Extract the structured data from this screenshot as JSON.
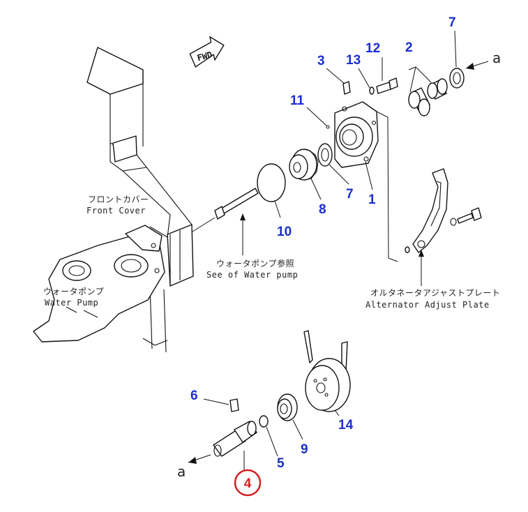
{
  "parts": {
    "p1": "1",
    "p2": "2",
    "p3": "3",
    "p4": "4",
    "p5": "5",
    "p6": "6",
    "p7a": "7",
    "p7b": "7",
    "p8": "8",
    "p9": "9",
    "p10": "10",
    "p11": "11",
    "p12": "12",
    "p13": "13",
    "p14": "14"
  },
  "callouts": {
    "front_cover_jp": "フロントカバー",
    "front_cover_en": "Front Cover",
    "water_pump_ref_jp": "ウォータポンプ参照",
    "water_pump_ref_en": "See of Water pump",
    "water_pump_jp": "ウォータポンプ",
    "water_pump_en": "Water Pump",
    "alt_plate_jp": "オルタネータアジャストプレート",
    "alt_plate_en": "Alternator Adjust Plate",
    "fwd": "FWD",
    "ref_a_top": "a",
    "ref_a_bottom": "a"
  },
  "colors": {
    "label_blue": "#1a2ecc",
    "highlight_red": "#d42020"
  }
}
